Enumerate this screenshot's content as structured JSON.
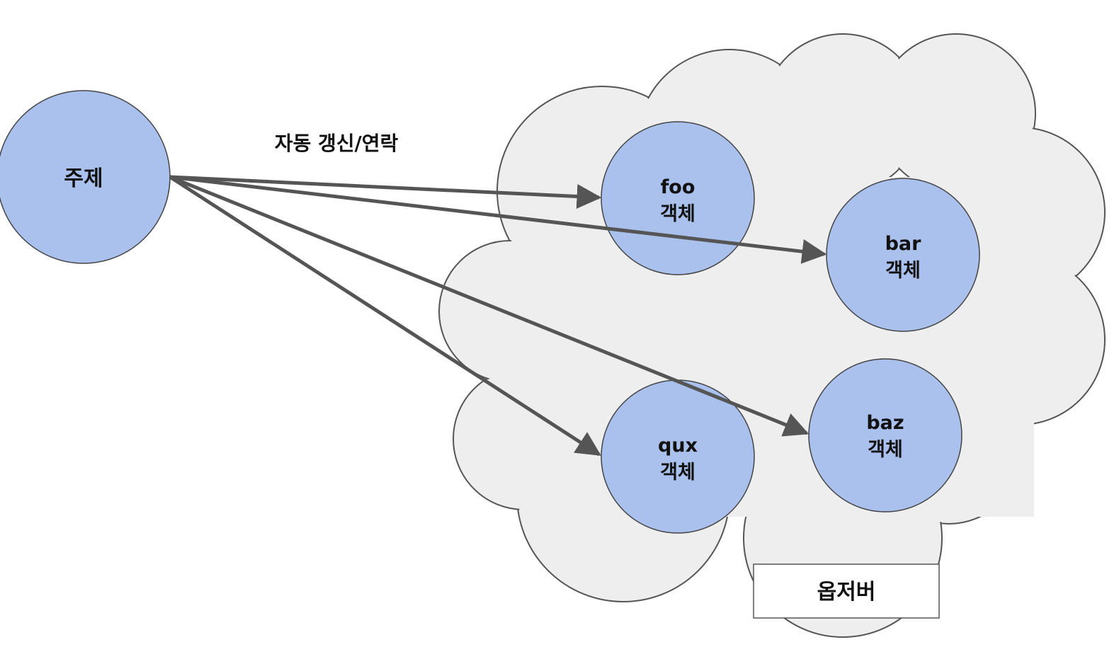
{
  "subject": {
    "label": "주제"
  },
  "edge_label": "자동 갱신/연락",
  "observers": [
    {
      "name": "foo",
      "suffix": "객체"
    },
    {
      "name": "bar",
      "suffix": "객체"
    },
    {
      "name": "qux",
      "suffix": "객체"
    },
    {
      "name": "baz",
      "suffix": "객체"
    }
  ],
  "group_label": "옵저버",
  "colors": {
    "node_fill": "#a9c1ec",
    "node_stroke": "#444444",
    "cloud_fill": "#eeeeee",
    "cloud_stroke": "#555555",
    "arrow": "#555555",
    "box_fill": "#ffffff"
  }
}
